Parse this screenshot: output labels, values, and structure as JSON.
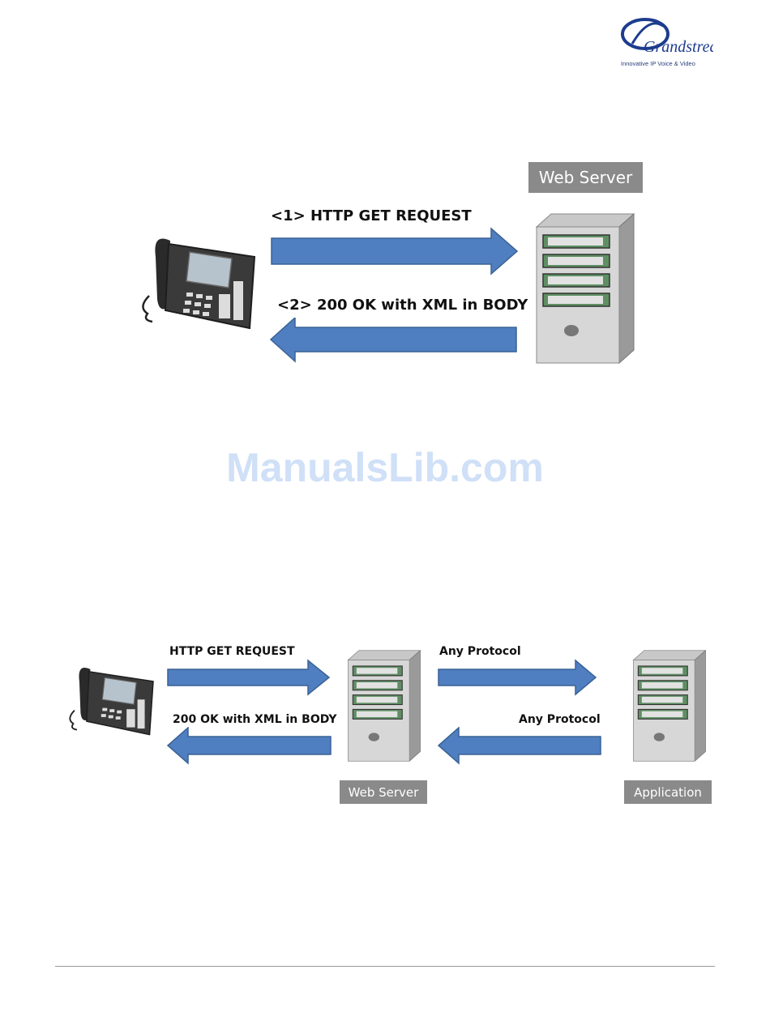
{
  "logo": {
    "brand": "Grandstream",
    "tagline": "Innovative IP Voice & Video"
  },
  "watermark": "ManualsLib.com",
  "diagram1": {
    "server_label": "Web Server",
    "request_label": "<1> HTTP GET REQUEST",
    "response_label": "<2> 200 OK with XML in BODY"
  },
  "diagram2": {
    "request_label": "HTTP GET REQUEST",
    "response_label": "200 OK with XML in BODY",
    "protocol_out_label": "Any Protocol",
    "protocol_in_label": "Any Protocol",
    "web_server_label": "Web Server",
    "application_label": "Application"
  },
  "colors": {
    "arrow_fill": "#4f7fc0",
    "arrow_stroke": "#3a6296",
    "tag_bg": "#8a8a8a"
  }
}
